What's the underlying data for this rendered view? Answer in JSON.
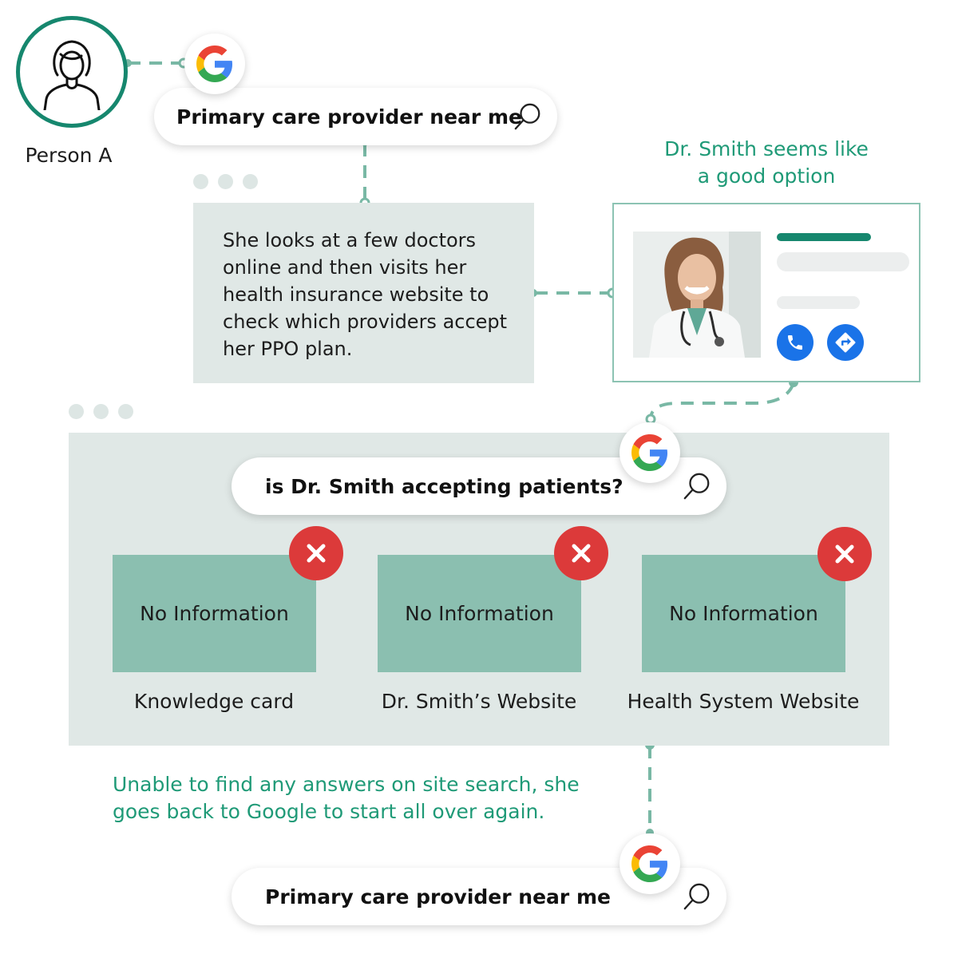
{
  "person": {
    "label": "Person A",
    "icon": "person-outline-icon"
  },
  "search_1": {
    "query": "Primary care provider near me",
    "icon": "magnifier-icon"
  },
  "note": {
    "text": "She looks at a few doctors online and then visits her health insurance website to check which providers accept her PPO plan."
  },
  "doctor_note": {
    "line1": "Dr. Smith seems like",
    "line2": "a good option"
  },
  "doctor_card": {
    "photo": "smiling-doctor-photo",
    "actions": [
      "phone-icon",
      "directions-icon"
    ]
  },
  "search_2": {
    "query": "is Dr. Smith accepting patients?",
    "icon": "magnifier-icon"
  },
  "results": [
    {
      "status": "No Information",
      "source": "Knowledge card"
    },
    {
      "status": "No Information",
      "source": "Dr. Smith’s Website"
    },
    {
      "status": "No Information",
      "source": "Health System Website"
    }
  ],
  "bottom_note": {
    "line1": "Unable to find any answers on site search, she",
    "line2": "goes back to Google to start all over again."
  },
  "search_3": {
    "query": "Primary care provider near me",
    "icon": "magnifier-icon"
  },
  "colors": {
    "teal": "#16876e",
    "teal_text": "#1f9a77",
    "panel_bg": "#e0e8e6",
    "result_box": "#8bbfb0",
    "error_red": "#dc3a3a",
    "google_blue": "#4285F4",
    "google_red": "#EA4335",
    "google_yellow": "#FBBC05",
    "google_green": "#34A853"
  }
}
